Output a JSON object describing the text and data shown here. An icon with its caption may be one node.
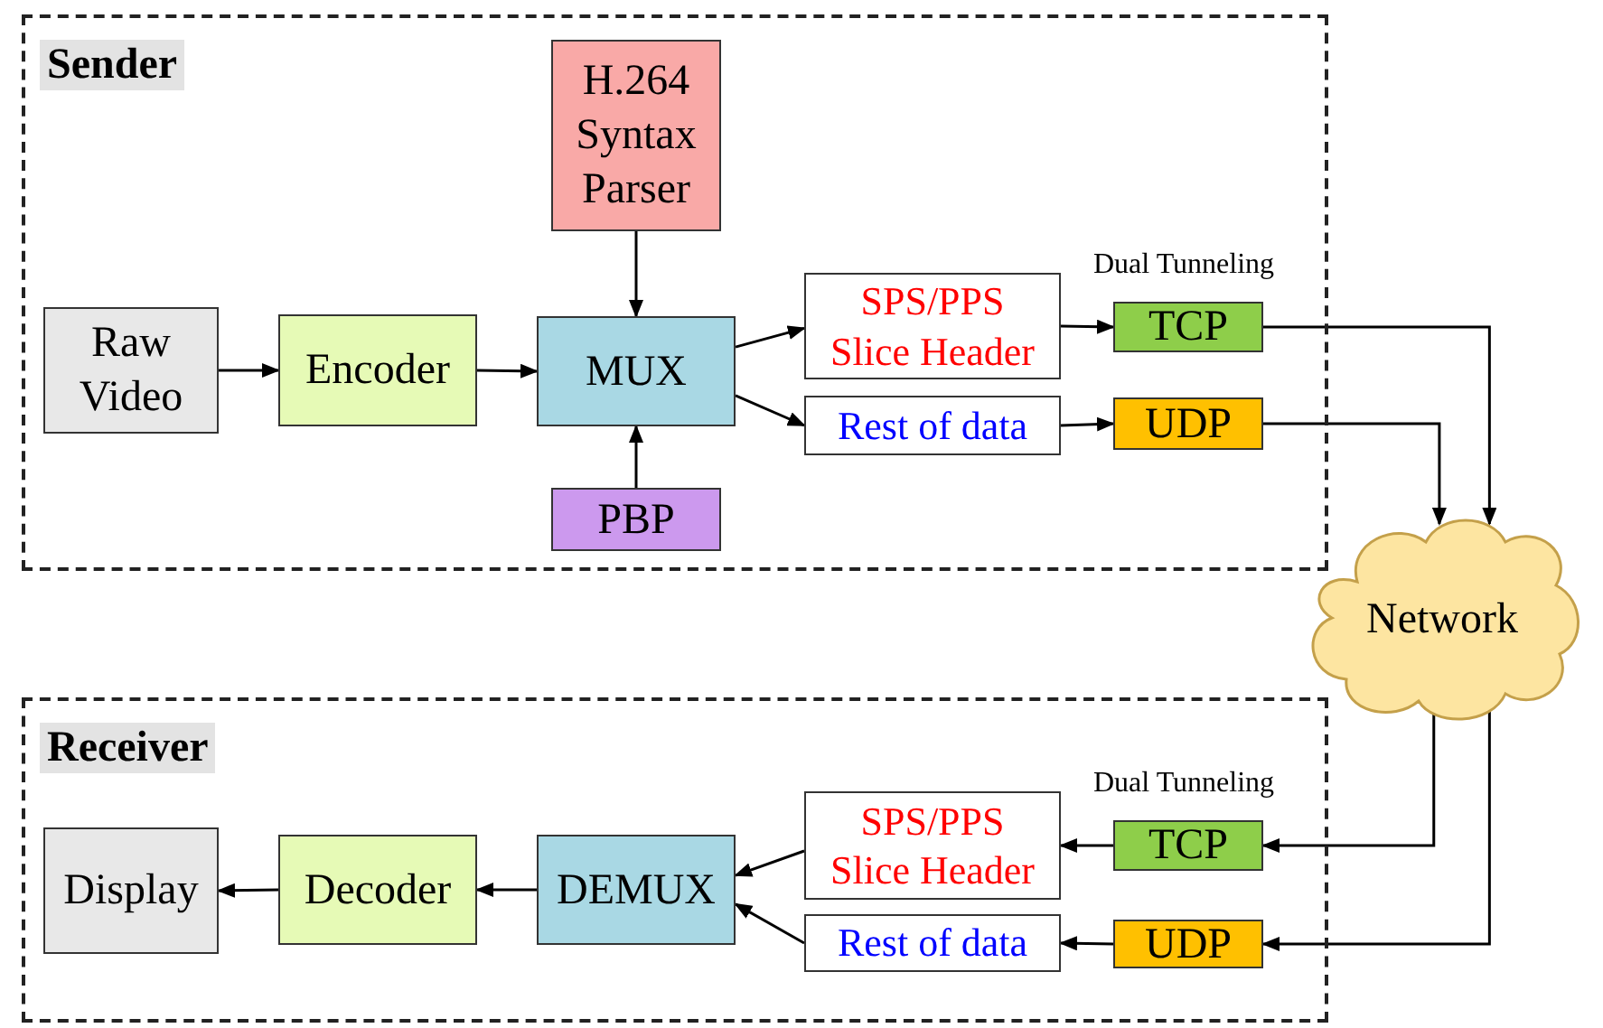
{
  "diagram": {
    "nodes": [
      {
        "text": [
          "Sender"
        ]
      },
      {
        "text": [
          "Raw Video"
        ],
        "in": 0
      },
      {
        "text": [
          "Encoder"
        ],
        "in": 0
      },
      {
        "text": [
          "H.264 Syntax Parser"
        ],
        "in": 0
      },
      {
        "text": [
          "MUX"
        ],
        "in": 0
      },
      {
        "text": [
          "PBP"
        ],
        "in": 0
      },
      {
        "text": [
          "SPS/PPS Slice Header"
        ],
        "in": 0
      },
      {
        "text": [
          "Rest of data"
        ],
        "in": 0
      },
      {
        "text": [
          "TCP"
        ],
        "in": 0,
        "beside": [
          "Dual Tunneling"
        ]
      },
      {
        "text": [
          "UDP"
        ],
        "in": 0
      },
      {
        "text": [
          "Network"
        ]
      },
      {
        "text": [
          "Receiver"
        ]
      },
      {
        "text": [
          "Display"
        ],
        "in": 11
      },
      {
        "text": [
          "Decoder"
        ],
        "in": 11
      },
      {
        "text": [
          "DEMUX"
        ],
        "in": 11
      },
      {
        "text": [
          "SPS/PPS Slice Header"
        ],
        "in": 11
      },
      {
        "text": [
          "Rest of data"
        ],
        "in": 11
      },
      {
        "text": [
          "TCP"
        ],
        "in": 11,
        "beside": [
          "Dual Tunneling"
        ]
      },
      {
        "text": [
          "UDP"
        ],
        "in": 11
      }
    ],
    "edges": [
      {
        "from": 1,
        "to": 2,
        "arrow": "to"
      },
      {
        "from": 2,
        "to": 4,
        "arrow": "to"
      },
      {
        "from": 3,
        "to": 4,
        "arrow": "to"
      },
      {
        "from": 5,
        "to": 4,
        "arrow": "to"
      },
      {
        "from": 4,
        "to": 6,
        "arrow": "to"
      },
      {
        "from": 4,
        "to": 7,
        "arrow": "to"
      },
      {
        "from": 6,
        "to": 8,
        "arrow": "to"
      },
      {
        "from": 7,
        "to": 9,
        "arrow": "to"
      },
      {
        "from": 8,
        "to": 10,
        "arrow": "to"
      },
      {
        "from": 9,
        "to": 10,
        "arrow": "to"
      },
      {
        "from": 10,
        "to": 17,
        "arrow": "to"
      },
      {
        "from": 10,
        "to": 18,
        "arrow": "to"
      },
      {
        "from": 17,
        "to": 15,
        "arrow": "to"
      },
      {
        "from": 18,
        "to": 16,
        "arrow": "to"
      },
      {
        "from": 15,
        "to": 14,
        "arrow": "to"
      },
      {
        "from": 16,
        "to": 14,
        "arrow": "to"
      },
      {
        "from": 14,
        "to": 13,
        "arrow": "to"
      },
      {
        "from": 13,
        "to": 12,
        "arrow": "to"
      }
    ]
  }
}
